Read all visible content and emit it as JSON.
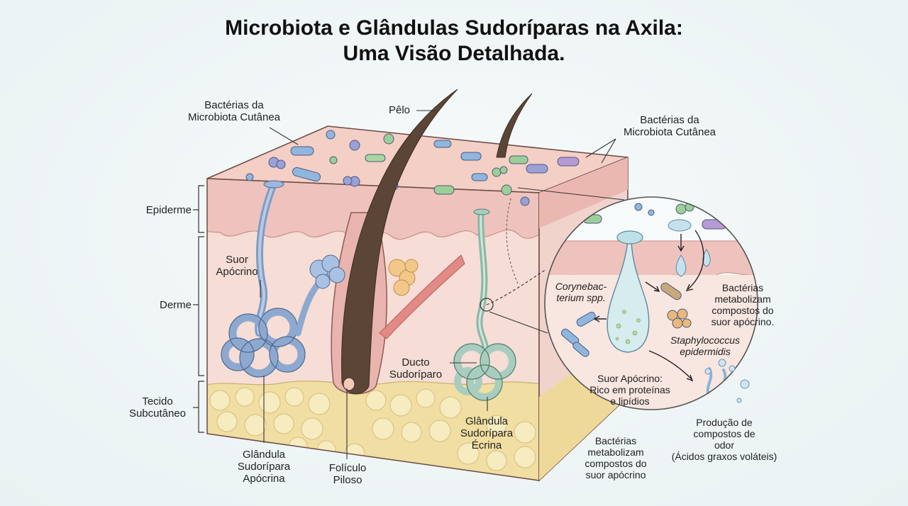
{
  "title": {
    "line1": "Microbiota e Glândulas Sudoríparas na Axila:",
    "line2": "Uma Visão Detalhada."
  },
  "labels": {
    "bacteria_left": [
      "Bactérias da",
      "Microbiota Cutânea"
    ],
    "bacteria_right": [
      "Bactérias da",
      "Microbiota Cutânea"
    ],
    "pelo": "Pêlo",
    "epiderme": "Epiderme",
    "derme": "Derme",
    "tecido": [
      "Tecido",
      "Subcutâneo"
    ],
    "suor_apocrino": [
      "Suor",
      "Apócrino"
    ],
    "ducto": [
      "Ducto",
      "Sudoríparo"
    ],
    "glandula_apocrina": [
      "Glândula",
      "Sudorípara",
      "Apócrina"
    ],
    "foliculo": [
      "Folículo",
      "Piloso"
    ],
    "glandula_ecrina": [
      "Glândula",
      "Sudorípara",
      "Écrina"
    ],
    "bacterias_metabolizam_bottom": [
      "Bactérias",
      "metabolizam",
      "compostos do",
      "suor apócrino"
    ]
  },
  "zoom": {
    "corynebacterium": [
      "Corynebac-",
      "terium spp."
    ],
    "bacterias_metabolizam": [
      "Bactérias",
      "metabolizam",
      "compostos do",
      "suor apócrino."
    ],
    "staphylococcus": [
      "Staphylococcus",
      "epidermidis"
    ],
    "suor_rico": [
      "Suor Apócrino:",
      "Rico em proteínas",
      "e lipídios"
    ],
    "producao": [
      "Produção de",
      "compostos de",
      "odor",
      "(Ácidos graxos voláteis)"
    ]
  },
  "colors": {
    "epidermis": "#efc3bd",
    "dermis": "#f6ddd6",
    "fat": "#f0dea2",
    "hair": "#5a4536",
    "apocrine_gland": "#8ea9cf",
    "eccrine_gland": "#a8cdbf"
  }
}
